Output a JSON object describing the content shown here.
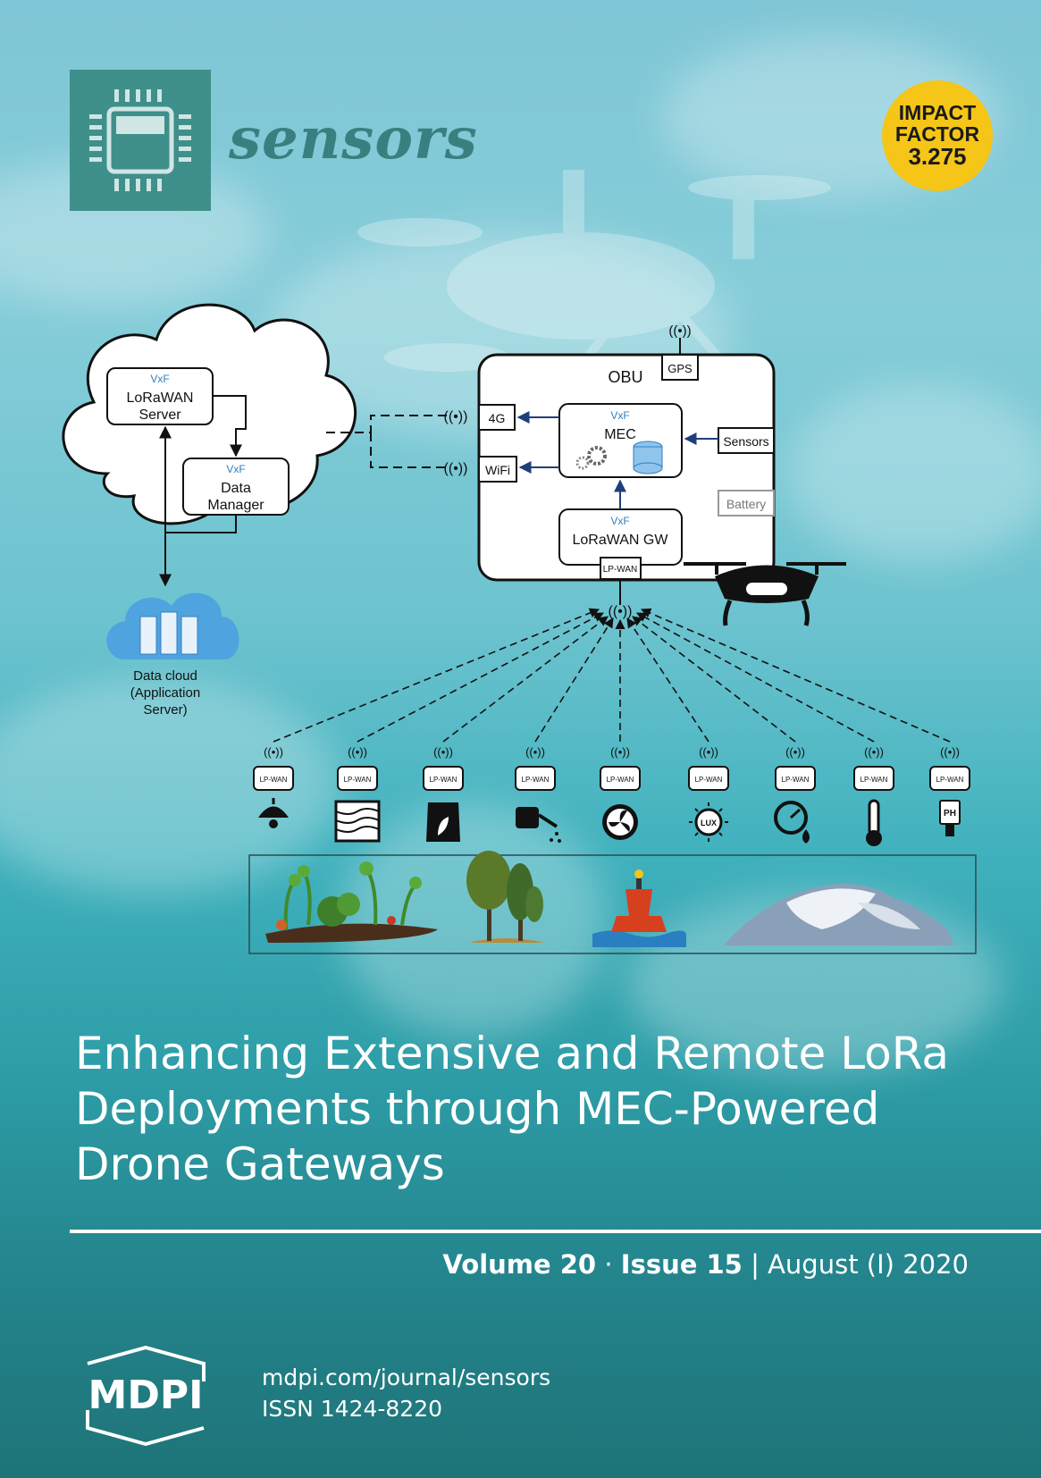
{
  "journal": {
    "name": "sensors",
    "impact_factor": {
      "line1": "IMPACT",
      "line2": "FACTOR",
      "value": "3.275"
    }
  },
  "diagram": {
    "cloud": {
      "lorawan_server": {
        "tag": "VxF",
        "line1": "LoRaWAN",
        "line2": "Server"
      },
      "data_manager": {
        "tag": "VxF",
        "line1": "Data",
        "line2": "Manager"
      }
    },
    "data_cloud": {
      "line1": "Data cloud",
      "line2": "(Application",
      "line3": "Server)"
    },
    "obu": {
      "title": "OBU",
      "gps": "GPS",
      "port_4g": "4G",
      "port_wifi": "WiFi",
      "mec": {
        "tag": "VxF",
        "label": "MEC"
      },
      "sensors": "Sensors",
      "battery": "Battery",
      "lorawan_gw": {
        "tag": "VxF",
        "label": "LoRaWAN GW"
      },
      "lp_wan": "LP-WAN"
    },
    "node_label": "LP-WAN",
    "node_types": [
      "lamp-icon",
      "curtain-icon",
      "fertilizer-bag-icon",
      "watering-can-icon",
      "fan-icon",
      "lux-sensor-icon",
      "pressure-gauge-icon",
      "thermometer-icon",
      "ph-sensor-icon"
    ],
    "lux_text": "LUX",
    "ph_text": "PH",
    "scenes": [
      "crops-scene",
      "forest-scene",
      "buoy-scene",
      "mountain-scene"
    ]
  },
  "article": {
    "title_line1": "Enhancing Extensive and Remote LoRa",
    "title_line2": "Deployments through MEC-Powered",
    "title_line3": "Drone Gateways"
  },
  "issue": {
    "volume": "Volume 20",
    "dot": "·",
    "issue": "Issue 15",
    "separator": "|",
    "date": "August (I) 2020"
  },
  "publisher": {
    "logo_text": "MDPI",
    "url": "mdpi.com/journal/sensors",
    "issn": "ISSN 1424-8220"
  },
  "colors": {
    "accent_yellow": "#f5c518",
    "logo_teal": "#3f8f8b",
    "vxf_blue": "#2f7fc1",
    "arrow_navy": "#1f3f7a"
  }
}
